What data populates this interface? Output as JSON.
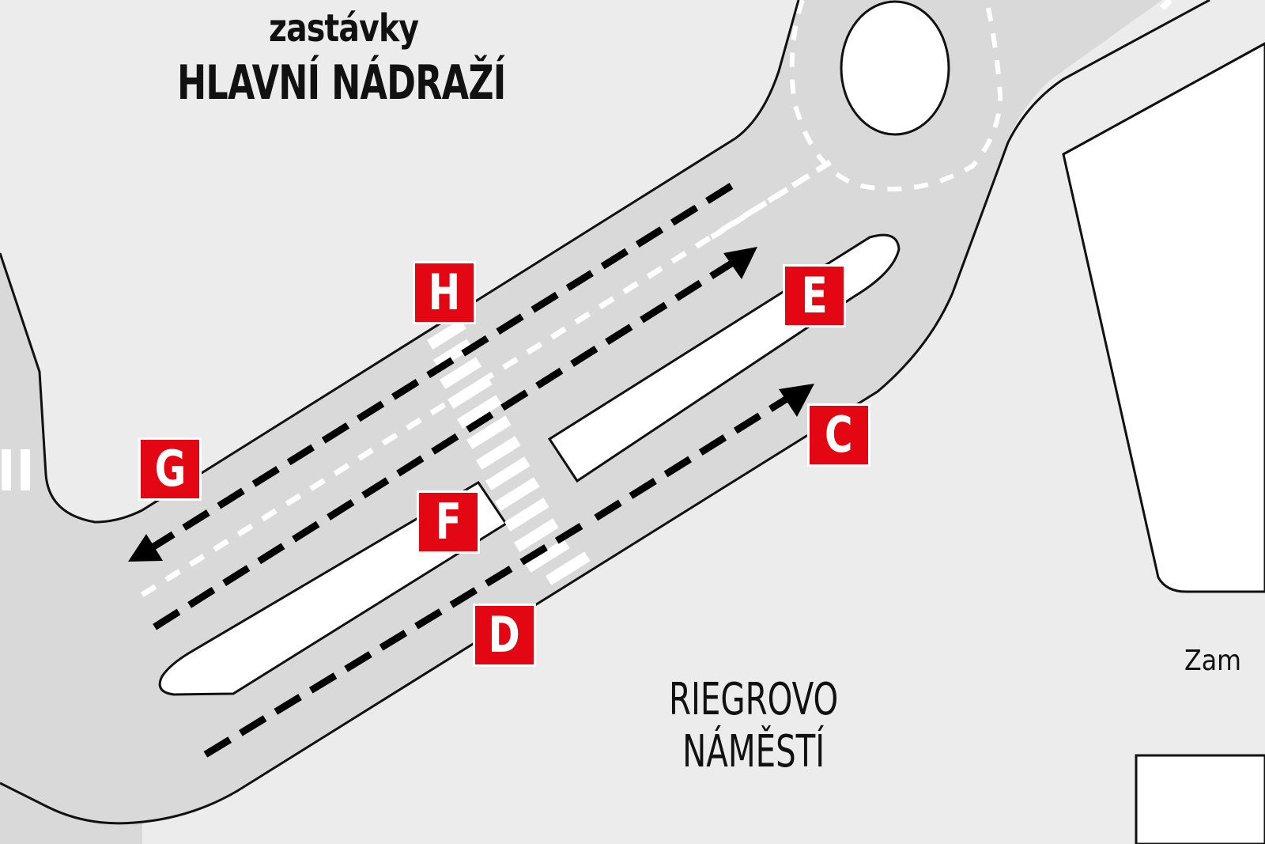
{
  "map": {
    "title": {
      "line1": "zastávky",
      "line2": "HLAVNÍ NÁDRAŽÍ"
    },
    "area_labels": {
      "riegrovo_line1": "RIEGROVO",
      "riegrovo_line2": "NÁMĚSTÍ",
      "zam_partial": "Zam"
    },
    "stops": [
      {
        "id": "H",
        "label": "H"
      },
      {
        "id": "E",
        "label": "E"
      },
      {
        "id": "C",
        "label": "C"
      },
      {
        "id": "G",
        "label": "G"
      },
      {
        "id": "F",
        "label": "F"
      },
      {
        "id": "D",
        "label": "D"
      }
    ],
    "colors": {
      "background": "#ececec",
      "road": "#d9d9d9",
      "platform": "#ffffff",
      "outline": "#111111",
      "stop_badge": "#e30613",
      "stop_text": "#ffffff",
      "lane_marking": "#ffffff",
      "direction_arrow": "#000000"
    }
  }
}
